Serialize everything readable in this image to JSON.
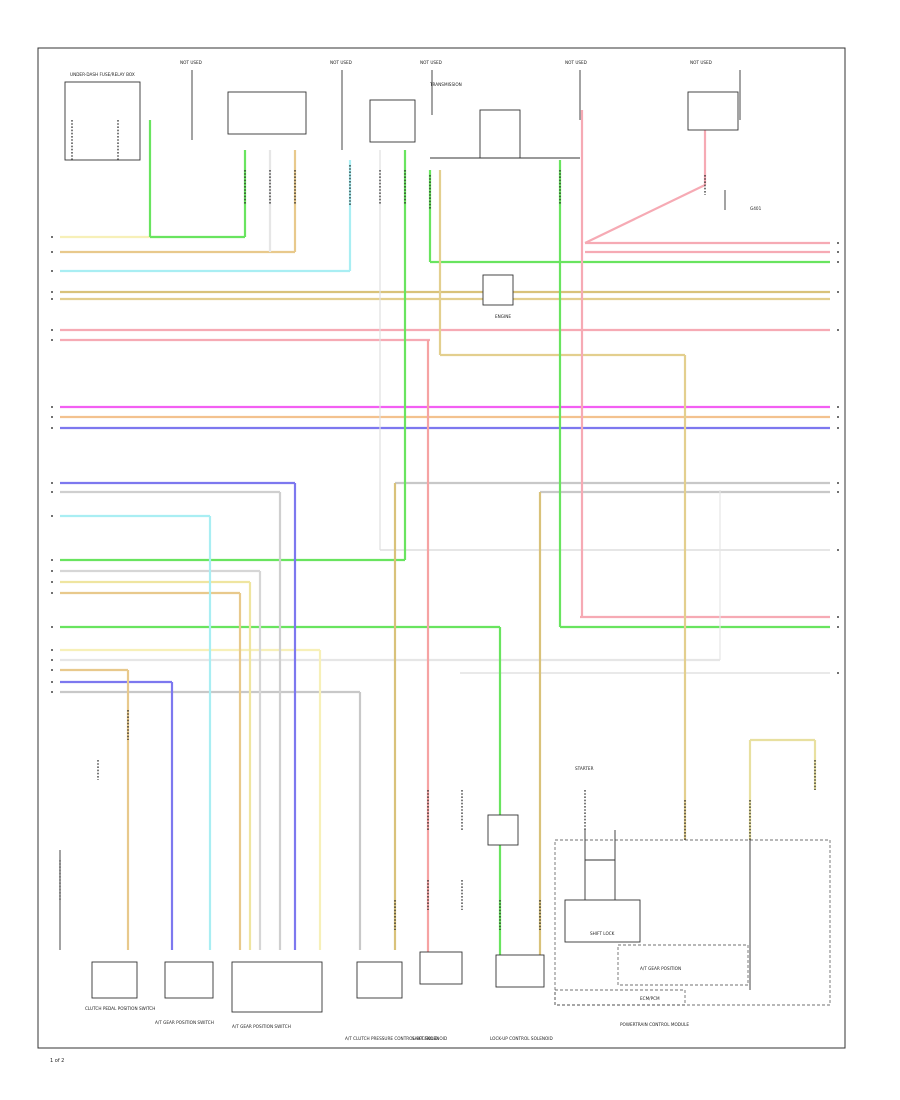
{
  "colors": {
    "YEL": "#f7f0b8",
    "GRN": "#69e45f",
    "LT BLU": "#a9eef3",
    "ORN": "#e8c98c",
    "PNK": "#f6aab4",
    "MAG": "#f35ff3",
    "RED": "#f6a3a3",
    "BLU": "#7d78ef",
    "GRY": "#c8c8c8",
    "LT GRN": "#7ae972",
    "BRN": "#e2d79a",
    "WHT": "#e6e6e6"
  },
  "labels": {
    "fuse_top_left": "UNDER-DASH FUSE/RELAY BOX",
    "fuse_top_2": "NOT USED",
    "fuse_top_3": "NOT USED",
    "fuse_top_4": "NOT USED",
    "fuse_top_5": "NOT USED",
    "fuse_top_6": "NOT USED",
    "relay_label": "TRANSMISSION",
    "engine_label": "ENGINE",
    "gnd_label": "G401",
    "comp_bottom_1": "CLUTCH PEDAL POSITION SWITCH",
    "comp_bottom_2": "A/T GEAR POSITION SWITCH",
    "comp_bottom_3": "A/T GEAR POSITION SWITCH",
    "comp_bottom_4": "A/T CLUTCH PRESSURE CONTROL SOLENOID",
    "comp_bottom_5": "SHIFT SOLENOID",
    "comp_bottom_6": "LOCK-UP CONTROL SOLENOID",
    "comp_bottom_7": "POWERTRAIN CONTROL MODULE",
    "sub_1": "SHIFT LOCK",
    "sub_2": "A/T GEAR POSITION",
    "sub_3": "STARTER",
    "sub_4": "ECM/PCM",
    "page_id": "1 of 2"
  }
}
